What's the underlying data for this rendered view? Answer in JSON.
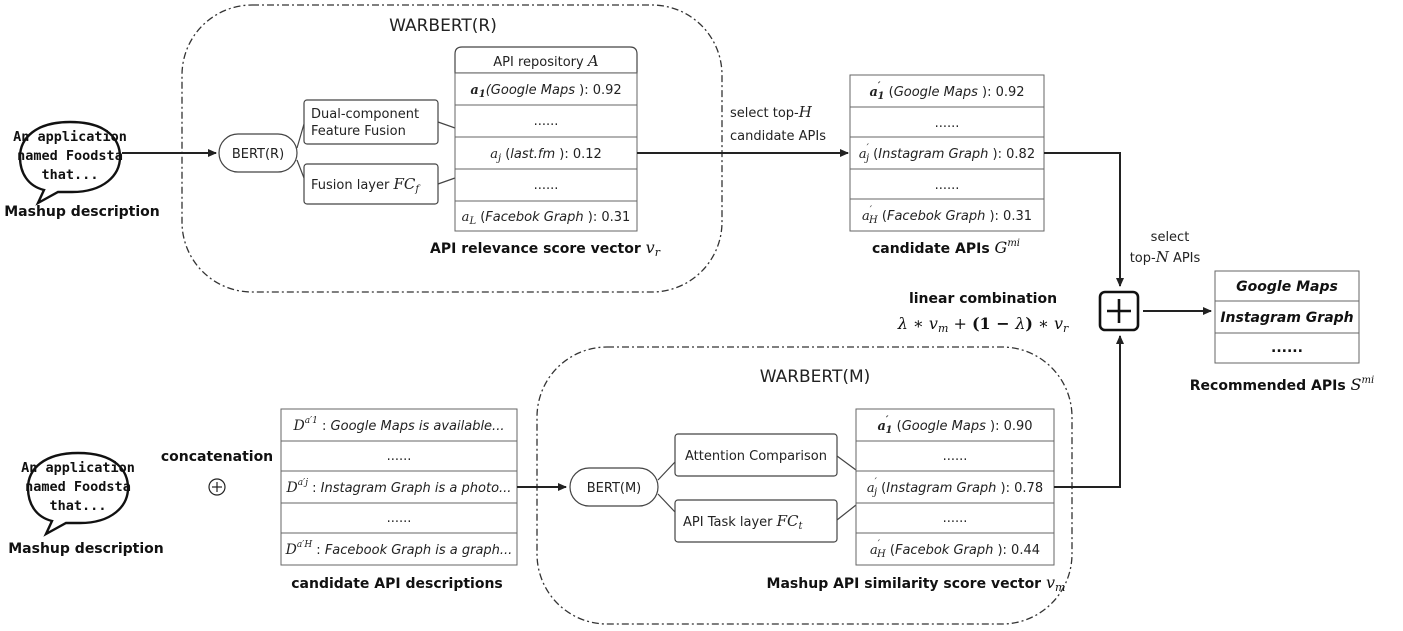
{
  "bubble_text": [
    "An application",
    "named Foodsta",
    "that..."
  ],
  "mashup_description_label": "Mashup description",
  "warbert_r": {
    "title": "WARBERT(R)",
    "bert_label": "BERT(R)",
    "dual_component_lines": [
      "Dual-component",
      "Feature Fusion"
    ],
    "fusion_layer_label": "Fusion layer ",
    "fusion_layer_math": "FC_f",
    "repository_header": "API repository ",
    "repository_math": "A",
    "rows": [
      {
        "sym": "a_1",
        "api": "(Google Maps ): 0.92"
      },
      {
        "sym": "",
        "api": "......"
      },
      {
        "sym": "a_j",
        "api": " (last.fm ): 0.12"
      },
      {
        "sym": "",
        "api": "......"
      },
      {
        "sym": "a_L",
        "api": " (Facebok Graph ): 0.31"
      }
    ],
    "caption": "API relevance score vector ",
    "caption_math": "v_r"
  },
  "select_top_h": [
    "select top-",
    "H",
    "candidate APIs"
  ],
  "candidates": {
    "rows": [
      {
        "sym": "a'_1",
        "api": " (Google Maps ): 0.92"
      },
      {
        "sym": "",
        "api": "......"
      },
      {
        "sym": "a'_j",
        "api": " (Instagram Graph ): 0.82"
      },
      {
        "sym": "",
        "api": "......"
      },
      {
        "sym": "a'_H",
        "api": " (Facebok Graph ): 0.31"
      }
    ],
    "caption": "candidate APIs ",
    "caption_math": "G^mi"
  },
  "select_top_n": [
    "select",
    "top-",
    "N",
    " APIs"
  ],
  "linear_combination": {
    "title": "linear combination",
    "formula": "λ ∗ v_m + (1 − λ) ∗ v_r"
  },
  "recommended": {
    "items": [
      "Google Maps",
      "Instagram Graph",
      "......"
    ],
    "caption": "Recommended APIs ",
    "caption_math": "S^mi"
  },
  "concatenation_label": "concatenation",
  "descriptions": {
    "rows": [
      {
        "sym": "D^a'1",
        "text": " : Google Maps is available..."
      },
      {
        "sym": "",
        "text": "......"
      },
      {
        "sym": "D^a'j",
        "text": " : Instagram Graph is a photo..."
      },
      {
        "sym": "",
        "text": "......"
      },
      {
        "sym": "D^a'H",
        "text": " : Facebook Graph is a graph..."
      }
    ],
    "caption": "candidate API descriptions"
  },
  "warbert_m": {
    "title": "WARBERT(M)",
    "bert_label": "BERT(M)",
    "attention_label": "Attention Comparison",
    "task_layer_label": "API Task layer ",
    "task_layer_math": "FC_t",
    "rows": [
      {
        "sym": "a'_1",
        "api": " (Google Maps ): 0.90"
      },
      {
        "sym": "",
        "api": "......"
      },
      {
        "sym": "a'_j",
        "api": " (Instagram Graph ): 0.78"
      },
      {
        "sym": "",
        "api": "......"
      },
      {
        "sym": "a'_H",
        "api": " (Facebok Graph ): 0.44"
      }
    ],
    "caption": "Mashup API similarity score vector ",
    "caption_math": "v_m"
  }
}
